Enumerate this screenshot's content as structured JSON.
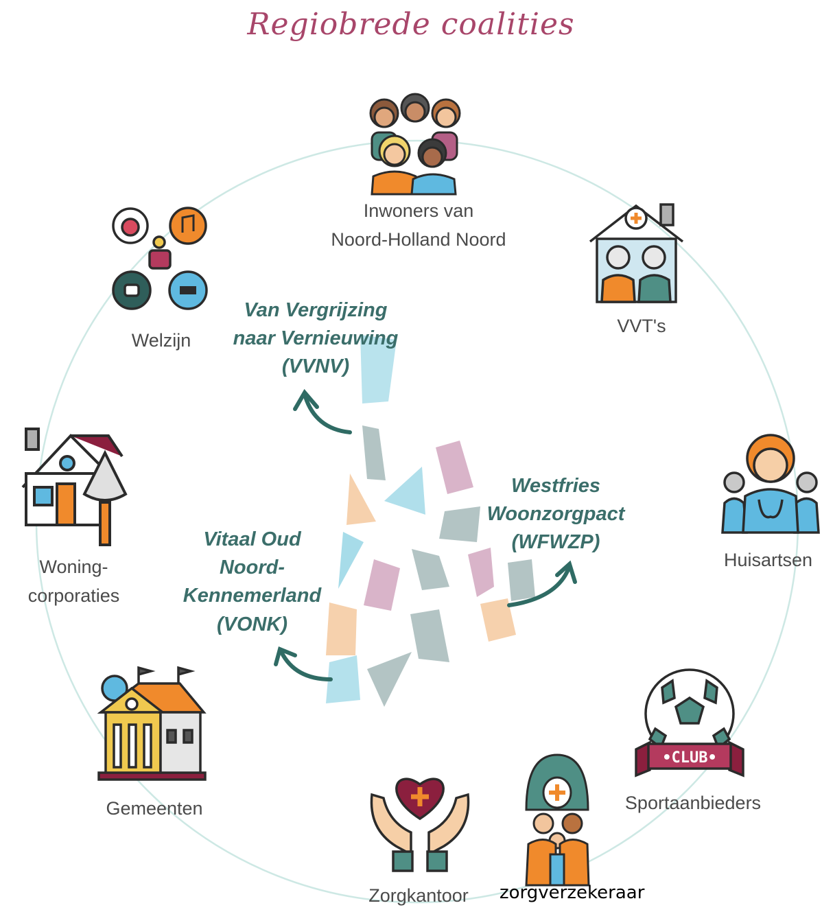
{
  "title": "Regiobrede coalities",
  "stakeholders": {
    "inwoners": "Inwoners van\nNoord-Holland Noord",
    "vvt": "VVT's",
    "huisartsen": "Huisartsen",
    "sport": "Sportaanbieders",
    "zorgverzekeraar": "zorgverzekeraar",
    "zorgkantoor": "Zorgkantoor",
    "gemeenten": "Gemeenten",
    "woning": "Woning-\ncorporaties",
    "welzijn": "Welzijn"
  },
  "coalitions": {
    "vvnv": "Van Vergrijzing\nnaar Vernieuwing\n(VVNV)",
    "wfwzp": "Westfries\nWoonzorgpact\n(WFWZP)",
    "vonk": "Vitaal Oud\nNoord-\nKennemerland\n(VONK)"
  },
  "icons": {
    "inwoners": "people-group-icon",
    "vvt": "care-home-icon",
    "huisartsen": "doctor-team-icon",
    "sport": "football-club-icon",
    "zorgverzekeraar": "insurer-family-icon",
    "zorgkantoor": "heart-hands-icon",
    "gemeenten": "town-hall-icon",
    "woning": "house-icon",
    "welzijn": "wellbeing-network-icon"
  },
  "colors": {
    "title": "#a8466a",
    "circle": "#c9e6e3",
    "coalition_text": "#3b6e6a",
    "arrow": "#2f6b64",
    "label": "#4a4a4a"
  }
}
